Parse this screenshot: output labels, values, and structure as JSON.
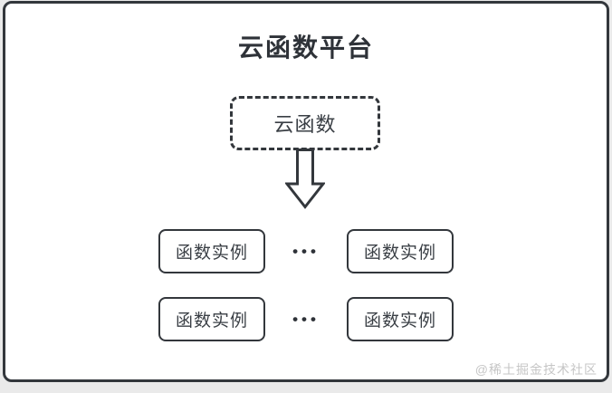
{
  "title": "云函数平台",
  "root_node": {
    "label": "云函数"
  },
  "ellipsis": "•••",
  "rows": [
    {
      "items": [
        "函数实例",
        "函数实例"
      ]
    },
    {
      "items": [
        "函数实例",
        "函数实例"
      ]
    }
  ],
  "watermark": "@稀土掘金技术社区",
  "colors": {
    "stroke": "#33373c",
    "text": "#3a3f45",
    "title_text": "#2e3238",
    "panel_background": "#ffffff",
    "outer_background": "#eaeaea",
    "watermark_text": "#c6c6c6"
  }
}
